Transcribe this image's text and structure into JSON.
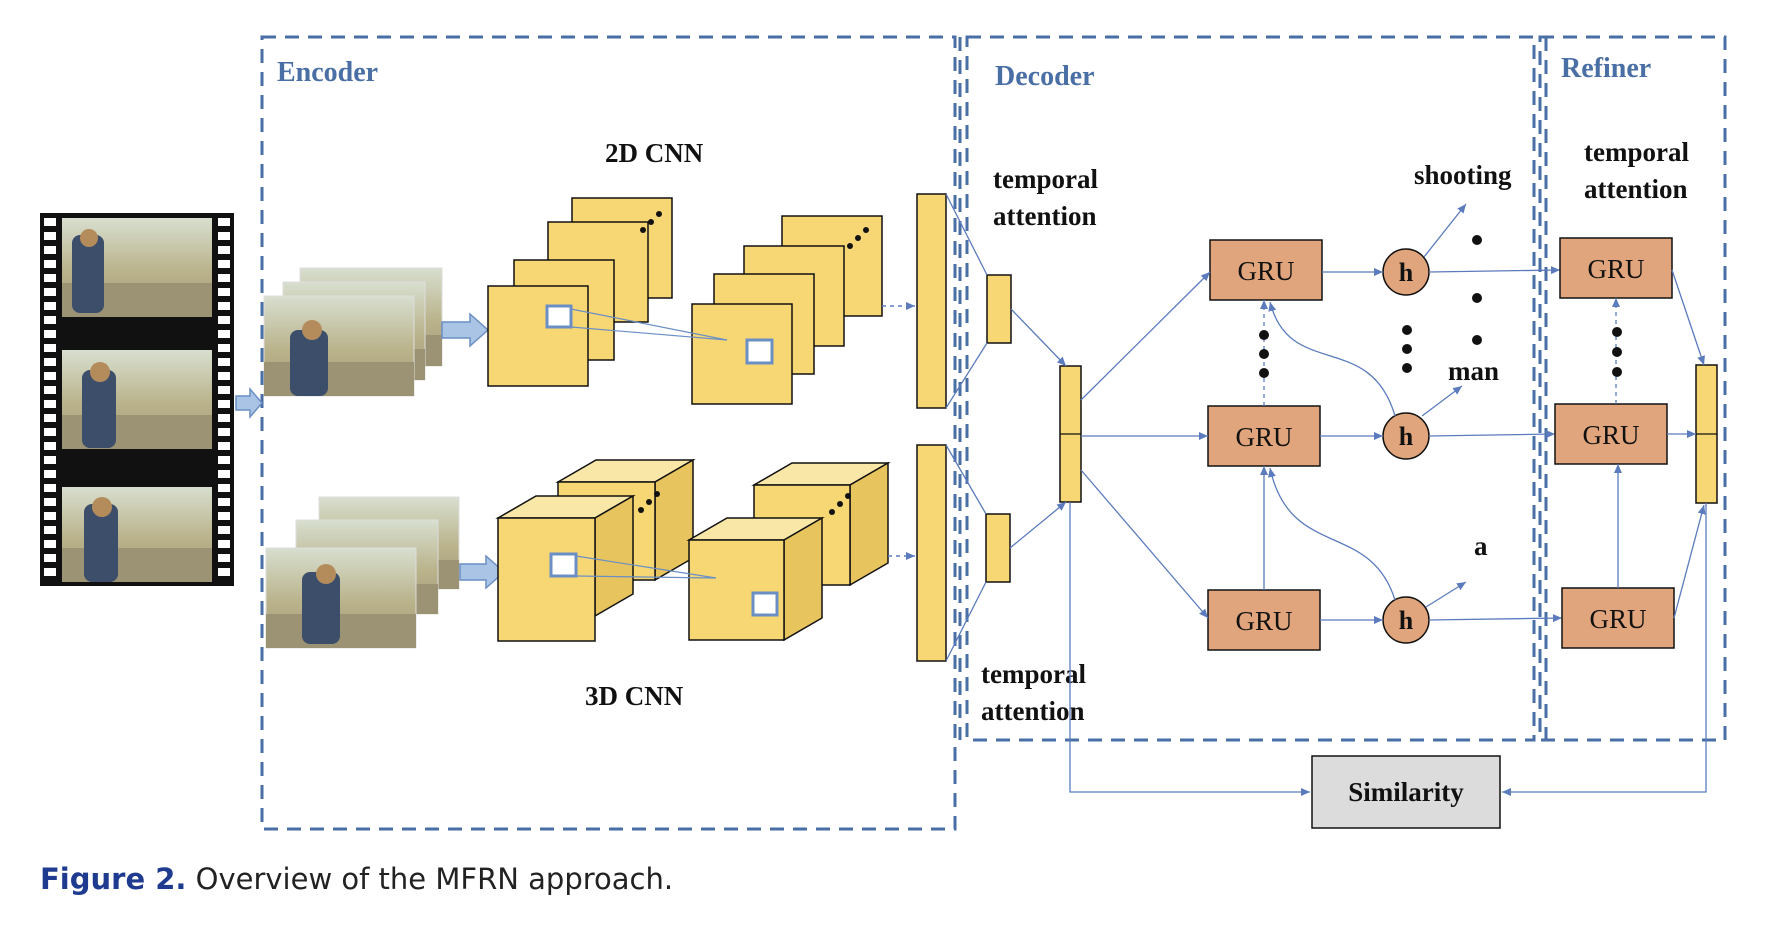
{
  "sections": {
    "encoder": "Encoder",
    "decoder": "Decoder",
    "refiner": "Refiner"
  },
  "encoder": {
    "cnn2d_label": "2D CNN",
    "cnn3d_label": "3D CNN"
  },
  "decoder": {
    "temporal_attention_top": [
      "temporal",
      "attention"
    ],
    "temporal_attention_bottom": [
      "temporal",
      "attention"
    ],
    "gru_label": "GRU",
    "hidden_label": "h",
    "output_words": [
      "shooting",
      "man",
      "a"
    ]
  },
  "refiner": {
    "temporal_attention": [
      "temporal",
      "attention"
    ],
    "gru_label": "GRU"
  },
  "similarity_label": "Similarity",
  "caption": {
    "label": "Figure 2.",
    "text": " Overview of the MFRN approach."
  },
  "colors": {
    "dashed_border": "#4a6fa5",
    "feature_map_fill": "#f7d774",
    "gru_fill": "#e0a57c",
    "similarity_fill": "#dcdcdc",
    "arrow": "#5b7bbd",
    "caption_label": "#1f3b8f"
  }
}
